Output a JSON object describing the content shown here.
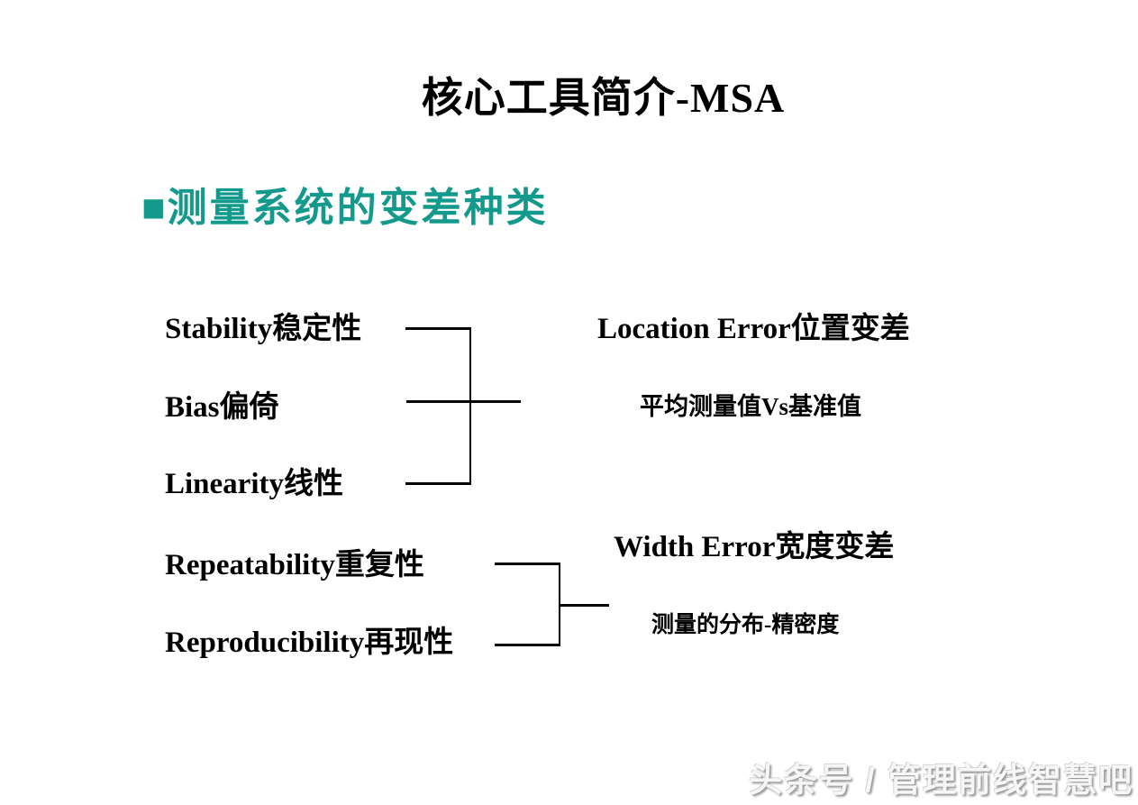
{
  "slide": {
    "title": "核心工具简介-MSA",
    "heading": {
      "bullet": "■",
      "text": "测量系统的变差种类",
      "color": "#149a8c"
    },
    "left_items": [
      {
        "label": "Stability稳定性"
      },
      {
        "label": "Bias偏倚"
      },
      {
        "label": "Linearity线性"
      },
      {
        "label": "Repeatability重复性"
      },
      {
        "label": "Reproducibility再现性"
      }
    ],
    "right_groups": [
      {
        "title": "Location Error位置变差",
        "desc": "平均测量值Vs基准值"
      },
      {
        "title": "Width Error宽度变差",
        "desc": "测量的分布-精密度"
      }
    ],
    "diagram": {
      "line_color": "#000000"
    },
    "watermark": "头条号 / 管理前线智慧吧"
  }
}
